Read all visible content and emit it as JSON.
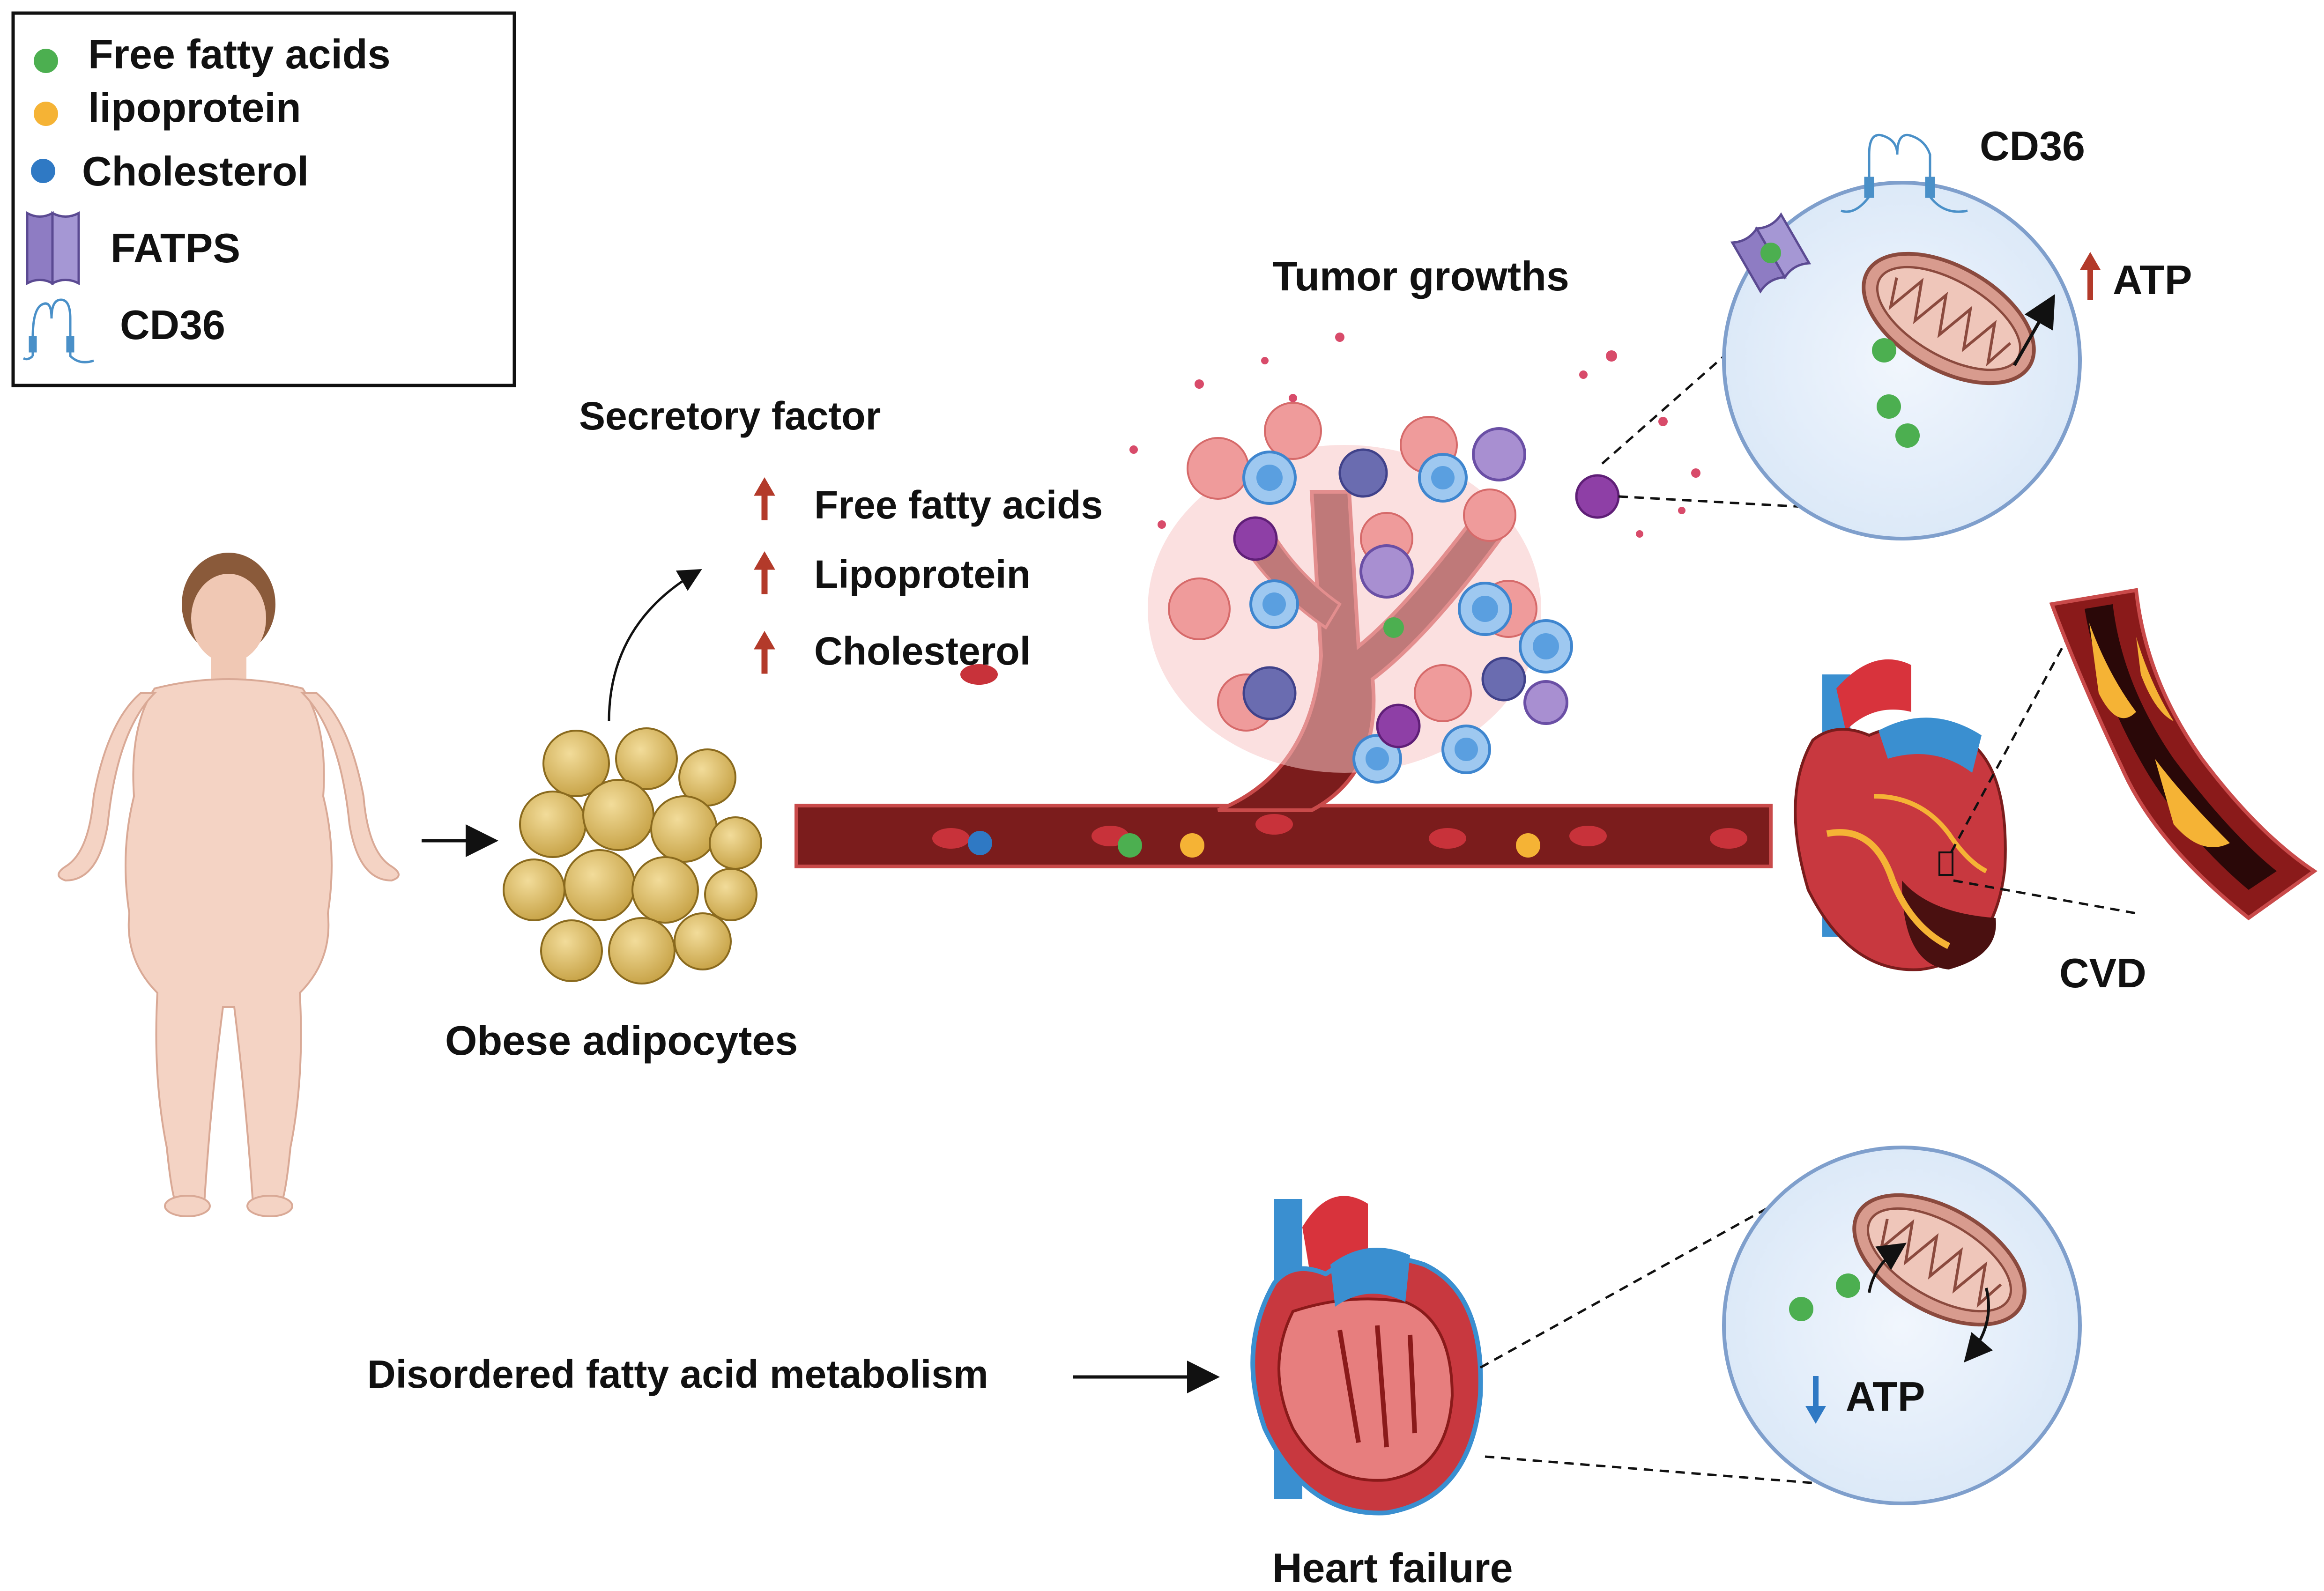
{
  "legend": {
    "items": [
      {
        "label": "Free fatty acids",
        "icon": "green-dot-icon",
        "color": "#4caf50"
      },
      {
        "label": "lipoprotein",
        "icon": "orange-dot-icon",
        "color": "#f5b335"
      },
      {
        "label": "Cholesterol",
        "icon": "blue-dot-icon",
        "color": "#2f79c4"
      },
      {
        "label": "FATPS",
        "icon": "fatp-transporter-icon",
        "color": "#8e7cc3"
      },
      {
        "label": "CD36",
        "icon": "cd36-receptor-icon",
        "color": "#4a90c8"
      }
    ]
  },
  "labels": {
    "secretory_factor": "Secretory factor",
    "free_fatty_acids": "Free fatty acids",
    "lipoprotein": "Lipoprotein",
    "cholesterol": "Cholesterol",
    "tumor_growths": "Tumor growths",
    "cd36": "CD36",
    "atp_up": "ATP",
    "obese_adipocytes": "Obese adipocytes",
    "cvd": "CVD",
    "disordered": "Disordered fatty acid metabolism",
    "atp_down": "ATP",
    "heart_failure": "Heart failure"
  },
  "colors": {
    "up_arrow": "#b33a2a",
    "down_arrow": "#2f79c4",
    "vessel": "#7b1c1c",
    "cell_circle": "#e8f1fb"
  }
}
